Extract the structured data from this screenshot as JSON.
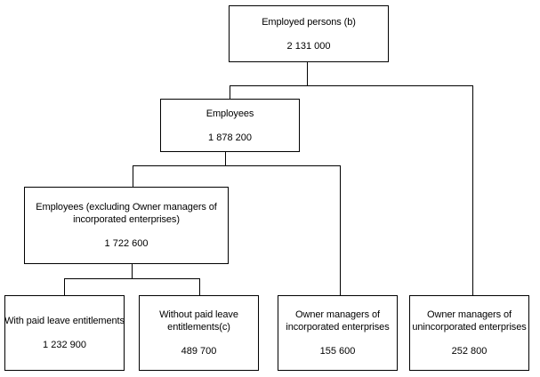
{
  "diagram": {
    "type": "hierarchy-flowchart",
    "colors": {
      "background": "#ffffff",
      "box_border": "#000000",
      "text": "#000000",
      "connector": "#000000"
    },
    "nodes": [
      {
        "id": "employed-persons",
        "label": "Employed persons (b)",
        "value": "2 131 000"
      },
      {
        "id": "employees",
        "label": "Employees",
        "value": "1 878 200"
      },
      {
        "id": "employees-excluding-owner",
        "label": "Employees (excluding Owner managers of incorporated enterprises)",
        "value": "1 722 600"
      },
      {
        "id": "with-paid-leave",
        "label": "With paid leave entitlements",
        "value": "1 232 900"
      },
      {
        "id": "without-paid-leave",
        "label": "Without paid leave entitlements(c)",
        "value": "489 700"
      },
      {
        "id": "owner-managers-incorporated",
        "label": "Owner managers of incorporated enterprises",
        "value": "155 600"
      },
      {
        "id": "owner-managers-unincorporated",
        "label": "Owner managers of unincorporated enterprises",
        "value": "252 800"
      }
    ],
    "edges": [
      {
        "from": "employed-persons",
        "to": "employees"
      },
      {
        "from": "employed-persons",
        "to": "owner-managers-unincorporated"
      },
      {
        "from": "employees",
        "to": "employees-excluding-owner"
      },
      {
        "from": "employees",
        "to": "owner-managers-incorporated"
      },
      {
        "from": "employees-excluding-owner",
        "to": "with-paid-leave"
      },
      {
        "from": "employees-excluding-owner",
        "to": "without-paid-leave"
      }
    ]
  }
}
